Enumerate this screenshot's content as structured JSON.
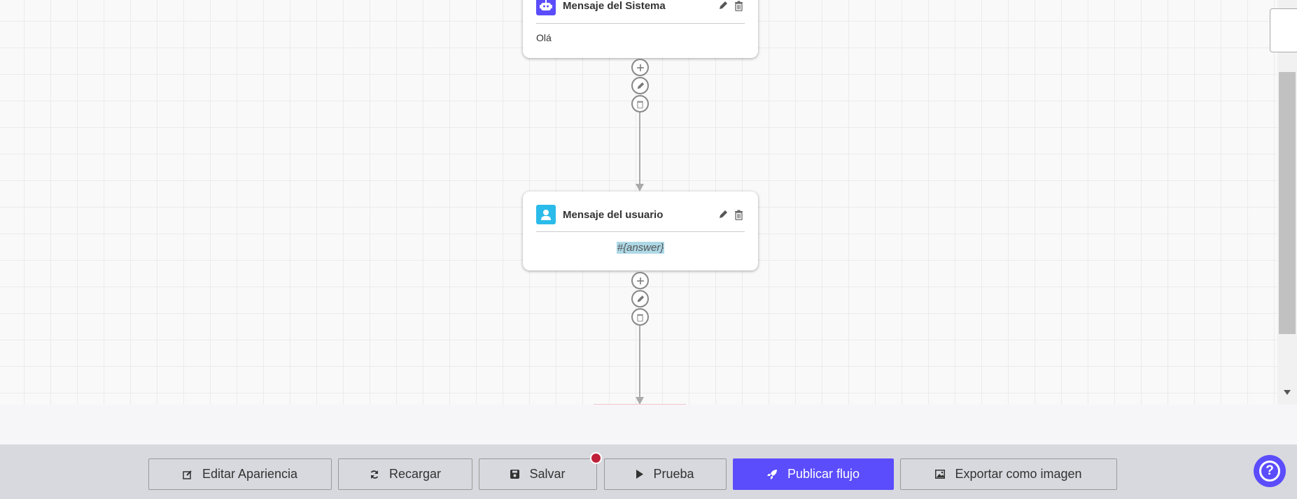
{
  "nodes": [
    {
      "title": "Mensaje del Sistema",
      "type": "system",
      "icon": "robot-icon",
      "color": "#5b4dfc",
      "body": "Olá"
    },
    {
      "title": "Mensaje del usuario",
      "type": "user",
      "icon": "user-icon",
      "color": "#2bbbea",
      "body": "#{answer}",
      "body_highlight": "#add8e6"
    }
  ],
  "toolbar": {
    "edit_appearance": "Editar Apariencia",
    "reload": "Recargar",
    "save": "Salvar",
    "test": "Prueba",
    "publish": "Publicar flujo",
    "export": "Exportar como imagen",
    "unsaved_indicator_color": "#c0203a",
    "accent": "#5b4dfc"
  },
  "help": {
    "label": "?"
  }
}
